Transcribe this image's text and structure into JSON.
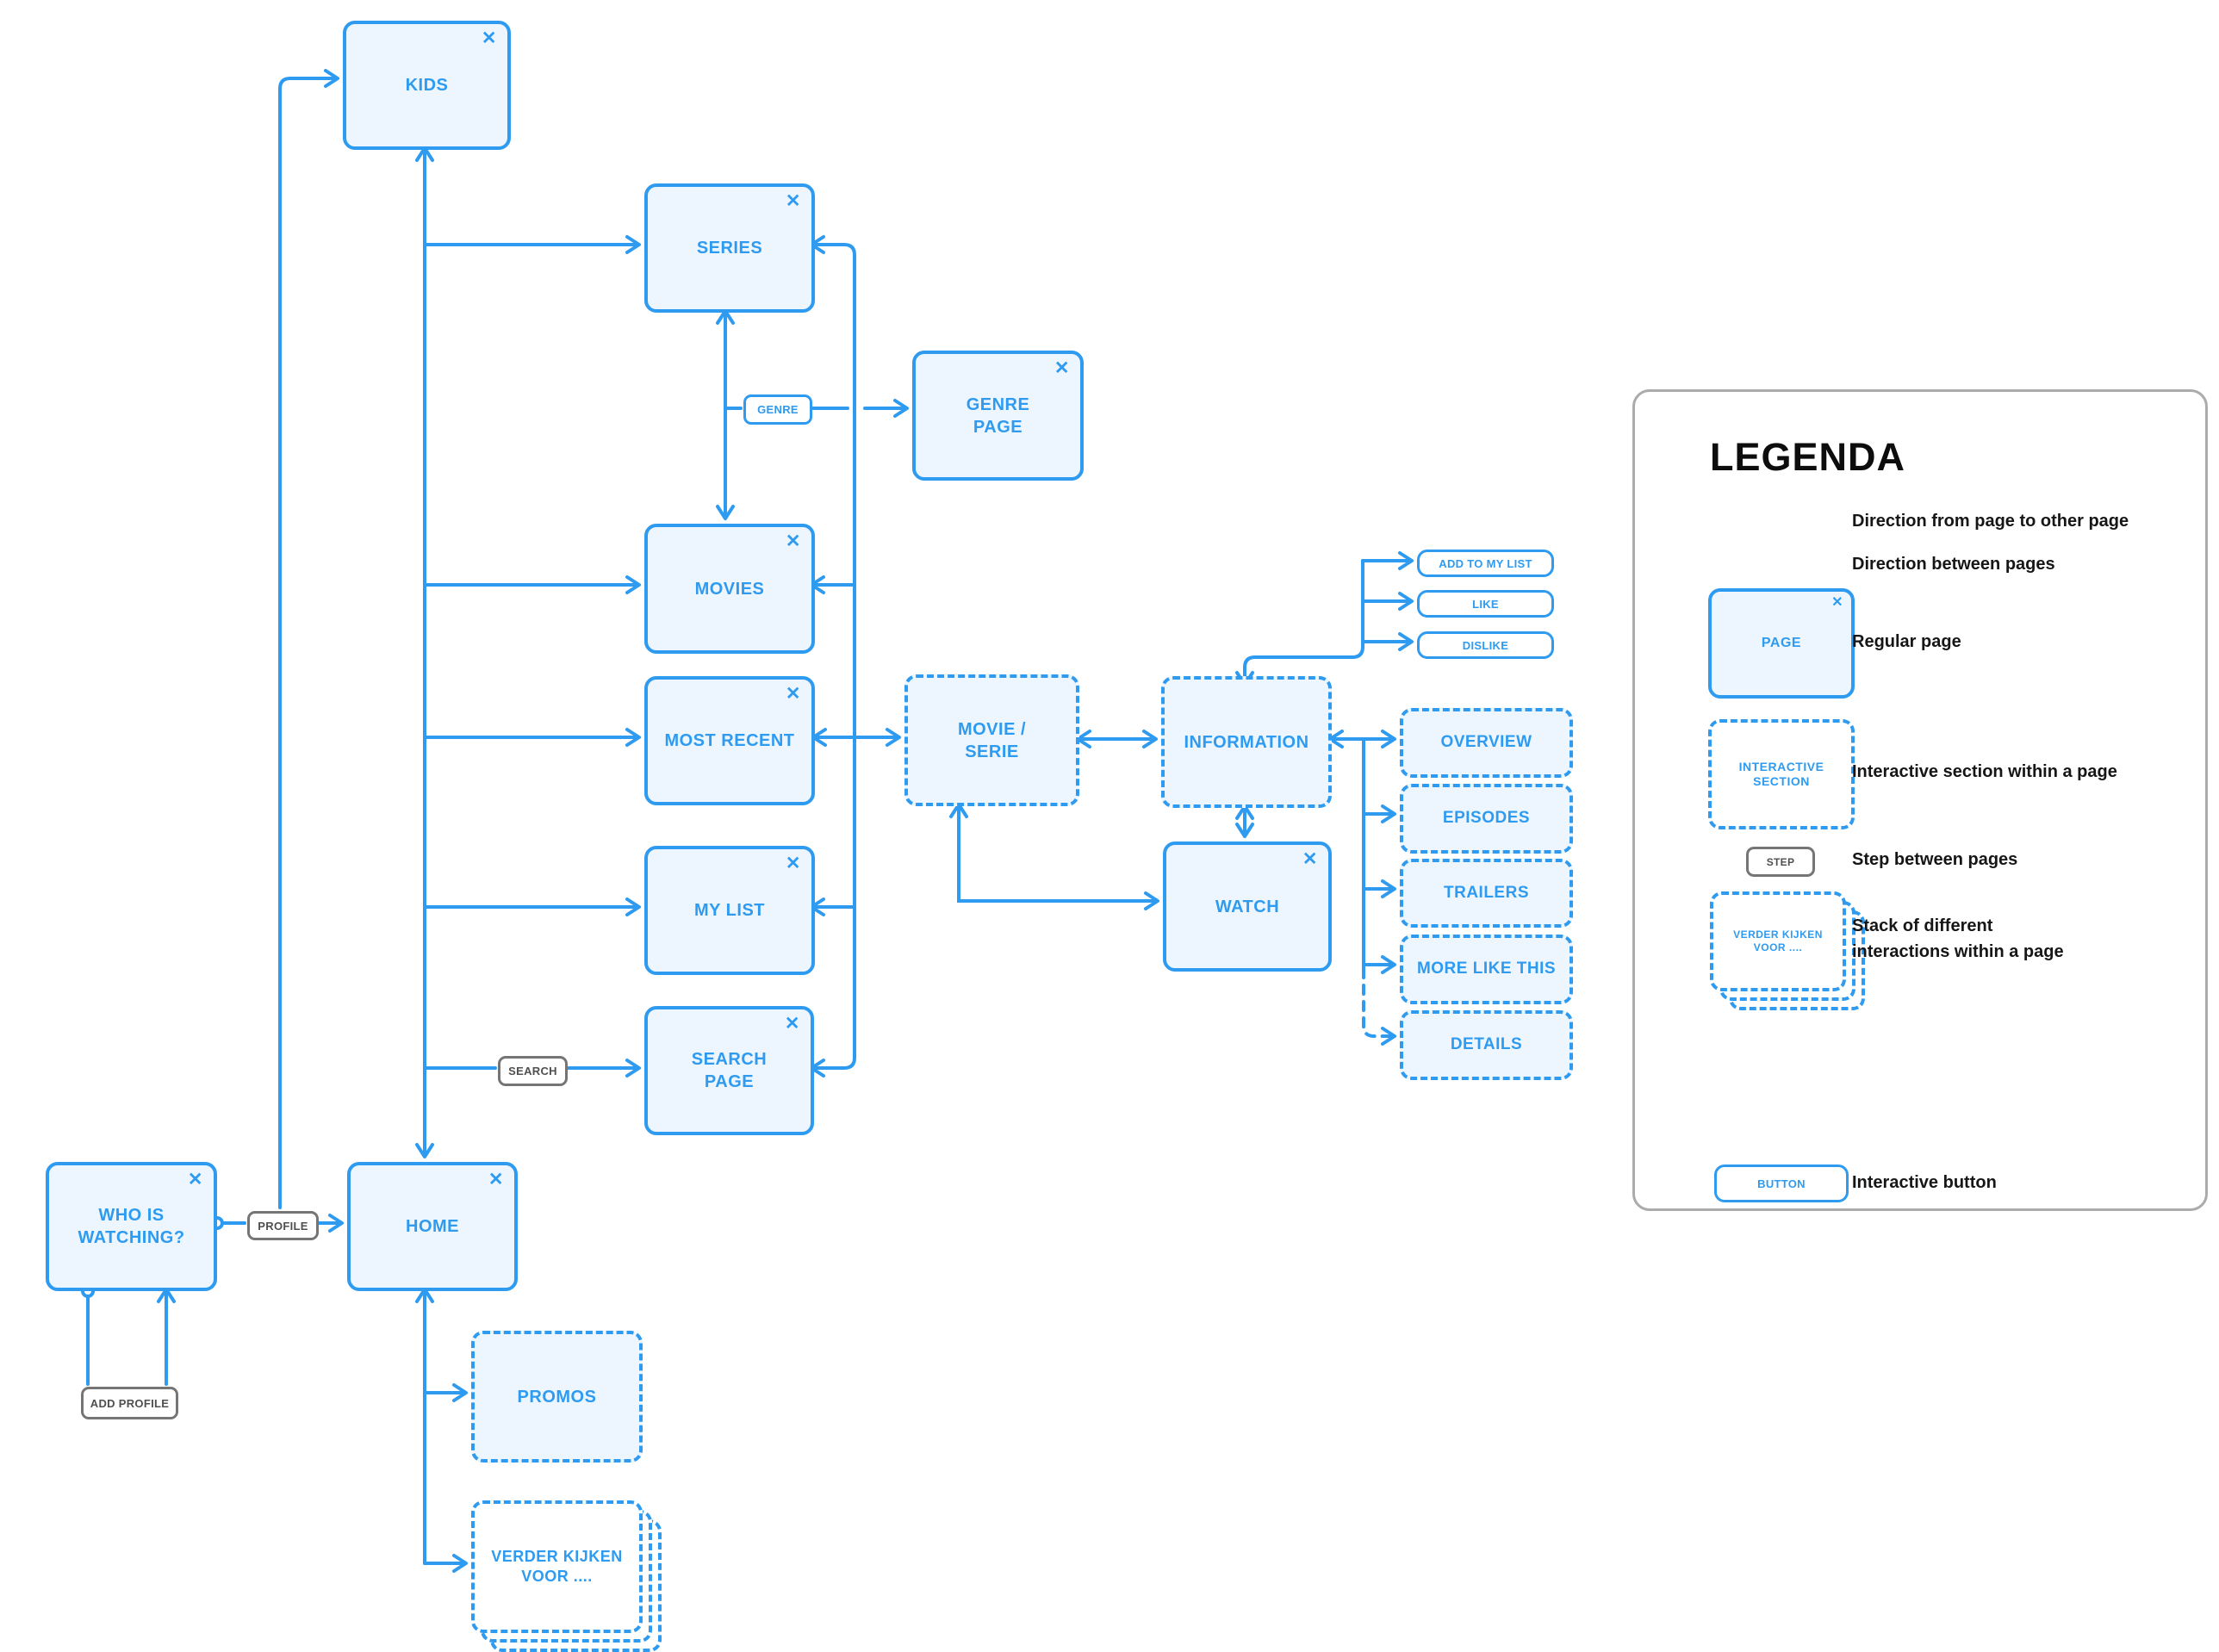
{
  "ui": {
    "close_glyph": "✕"
  },
  "colors": {
    "accent": "#2E9BF0",
    "box_fill": "#EDF6FE",
    "tag_border": "#757575",
    "tag_text": "#4F4F4F",
    "legend_border": "#ABABAB",
    "text_dark": "#161616"
  },
  "nodes": {
    "kids": {
      "label": "KIDS"
    },
    "series": {
      "label": "SERIES"
    },
    "genre_page": {
      "label": "GENRE\nPAGE"
    },
    "movies": {
      "label": "MOVIES"
    },
    "most_recent": {
      "label": "MOST RECENT"
    },
    "my_list": {
      "label": "MY LIST"
    },
    "search_page": {
      "label": "SEARCH\nPAGE"
    },
    "who_is_watching": {
      "label": "WHO IS\nWATCHING?"
    },
    "home": {
      "label": "HOME"
    },
    "watch": {
      "label": "WATCH"
    },
    "movie_serie": {
      "label": "MOVIE /\nSERIE"
    },
    "information": {
      "label": "INFORMATION"
    },
    "promos": {
      "label": "PROMOS"
    },
    "verder_kijken": {
      "label": "VERDER KIJKEN\nVOOR ...."
    },
    "overview": {
      "label": "OVERVIEW"
    },
    "episodes": {
      "label": "EPISODES"
    },
    "trailers": {
      "label": "TRAILERS"
    },
    "more_like_this": {
      "label": "MORE LIKE THIS"
    },
    "details": {
      "label": "DETAILS"
    }
  },
  "buttons": {
    "add_to_my_list": "ADD TO MY LIST",
    "like": "LIKE",
    "dislike": "DISLIKE"
  },
  "steps": {
    "profile": "PROFILE",
    "add_profile": "ADD PROFILE",
    "search": "SEARCH",
    "genre": "GENRE"
  },
  "legend": {
    "title": "LEGENDA",
    "page_label": "PAGE",
    "interactive_label": "INTERACTIVE\nSECTION",
    "step_label": "STEP",
    "stack_label": "VERDER KIJKEN\nVOOR ....",
    "button_label": "BUTTON",
    "items": [
      {
        "label": "Direction from page to other page"
      },
      {
        "label": "Direction between pages"
      },
      {
        "label": "Regular page"
      },
      {
        "label": "Interactive section within a page"
      },
      {
        "label": "Step between pages"
      },
      {
        "label": "Stack of different\ninteractions within a page"
      },
      {
        "label": "Interactive button"
      }
    ]
  }
}
